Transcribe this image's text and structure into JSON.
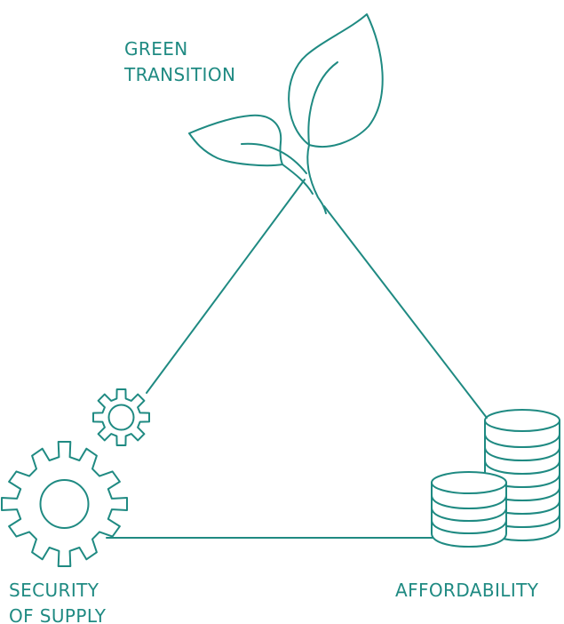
{
  "colors": {
    "line": "#1f8a82",
    "text": "#1f8a82",
    "background": "#ffffff"
  },
  "labels": {
    "green_transition": [
      "GREEN",
      "TRANSITION"
    ],
    "security_of_supply": [
      "SECURITY",
      "OF SUPPLY"
    ],
    "affordability": [
      "AFFORDABILITY"
    ]
  },
  "icons": {
    "top": "plant-sprout-icon",
    "bottom_left": "gears-icon",
    "bottom_right": "coin-stacks-icon"
  }
}
